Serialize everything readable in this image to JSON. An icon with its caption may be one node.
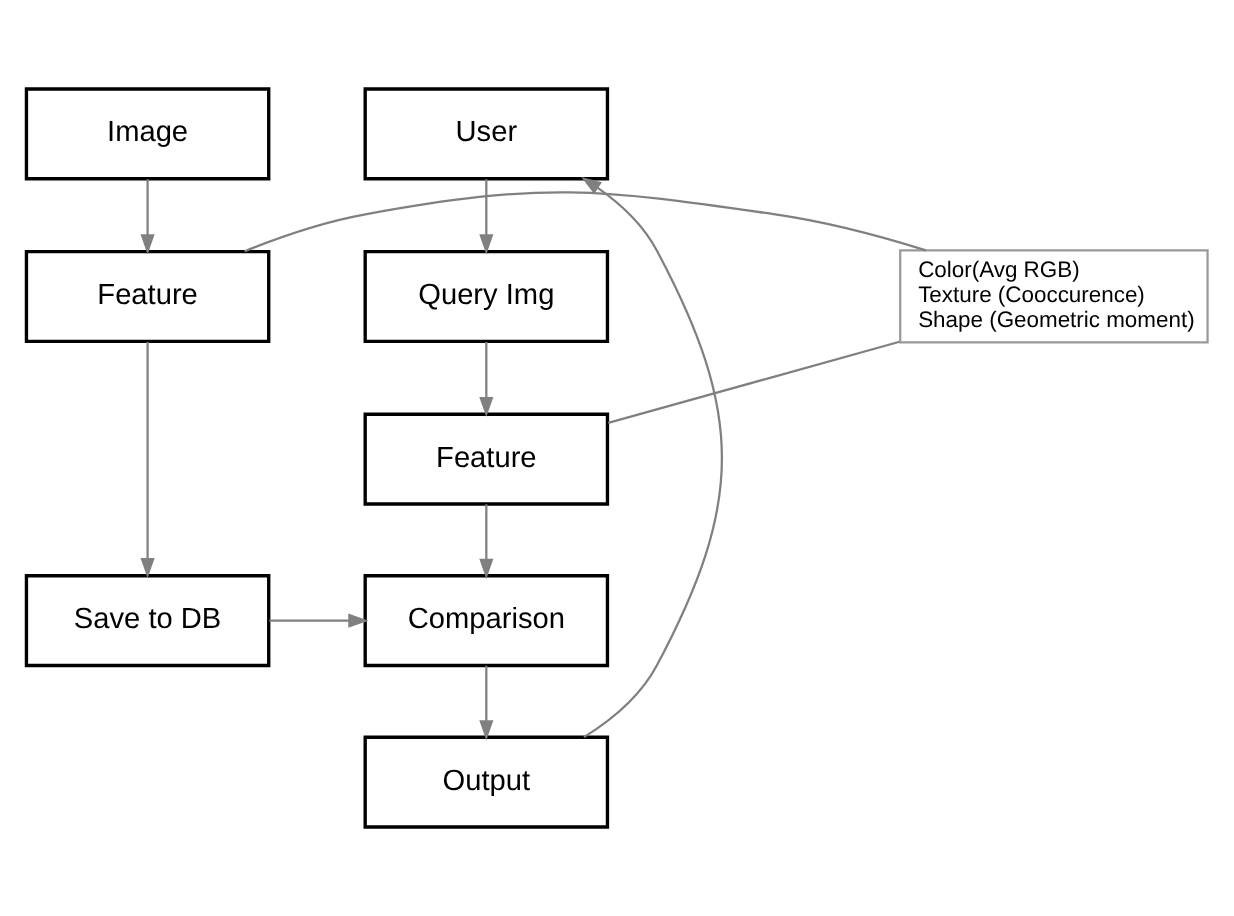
{
  "diagram": {
    "nodes": [
      {
        "text": [
          "Image"
        ]
      },
      {
        "text": [
          "Feature"
        ]
      },
      {
        "text": [
          "Save to DB"
        ]
      },
      {
        "text": [
          "Color(Avg RGB)",
          "Texture (Cooccurence)",
          "Shape (Geometric moment)"
        ]
      },
      {
        "text": [
          "User"
        ]
      },
      {
        "text": [
          "Query Img"
        ]
      },
      {
        "text": [
          "Feature"
        ]
      },
      {
        "text": [
          "Comparison"
        ]
      },
      {
        "text": [
          "Output"
        ]
      }
    ],
    "edges": [
      {
        "from": 0,
        "to": 1,
        "arrow": "to"
      },
      {
        "from": 1,
        "to": 2,
        "arrow": "to"
      },
      {
        "from": 4,
        "to": 5,
        "arrow": "to"
      },
      {
        "from": 5,
        "to": 6,
        "arrow": "to"
      },
      {
        "from": 2,
        "to": 7,
        "arrow": "to"
      },
      {
        "from": 6,
        "to": 7,
        "arrow": "to"
      },
      {
        "from": 7,
        "to": 8,
        "arrow": "to"
      },
      {
        "from": 8,
        "to": 4,
        "arrow": "to"
      },
      {
        "from": 3,
        "to": 1,
        "arrow": "none"
      },
      {
        "from": 3,
        "to": 6,
        "arrow": "none"
      }
    ]
  }
}
